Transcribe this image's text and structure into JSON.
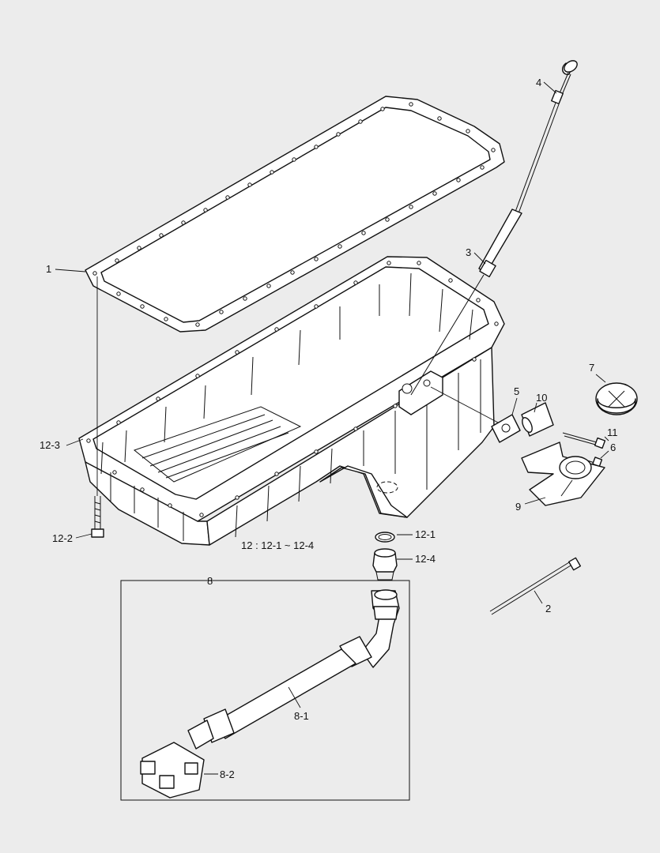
{
  "background_color": "#ececec",
  "callouts": {
    "c1": "1",
    "c2": "2",
    "c3": "3",
    "c4": "4",
    "c5": "5",
    "c6": "6",
    "c7": "7",
    "c8": "8",
    "c9": "9",
    "c10": "10",
    "c11": "11",
    "c8_1": "8-1",
    "c8_2": "8-2",
    "c12_1": "12-1",
    "c12_2": "12-2",
    "c12_3": "12-3",
    "c12_4": "12-4"
  },
  "assembly_note": "12 : 12-1 ~ 12-4"
}
